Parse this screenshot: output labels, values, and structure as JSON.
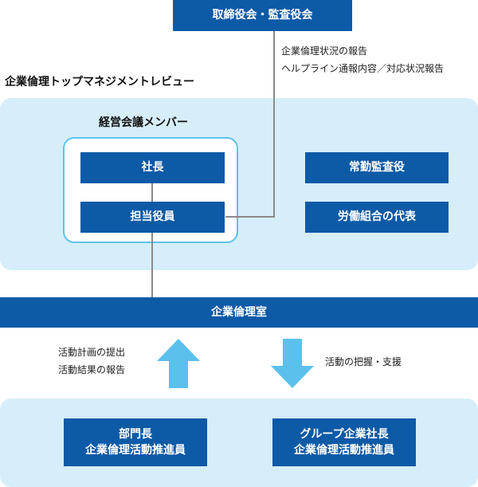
{
  "top_box": "取締役会・監査役会",
  "report_lines": [
    "企業倫理状況の報告",
    "ヘルプライン通報内容／対応状況報告"
  ],
  "review_title": "企業倫理トップマネジメントレビュー",
  "members_title": "経営会議メンバー",
  "president": "社長",
  "officer": "担当役員",
  "auditor": "常勤監査役",
  "union_rep": "労働組合の代表",
  "ethics_office": "企業倫理室",
  "up_labels": [
    "活動計画の提出",
    "活動結果の報告"
  ],
  "down_label": "活動の把握・支援",
  "dept_box": [
    "部門長",
    "企業倫理活動推進員"
  ],
  "group_box": [
    "グループ企業社長",
    "企業倫理活動推進員"
  ],
  "colors": {
    "primary": "#0d5aa7",
    "panel": "#d6eefa",
    "inner_border": "#5cc3ec",
    "arrow": "#5bc0ec",
    "line": "#8a8a8a"
  }
}
